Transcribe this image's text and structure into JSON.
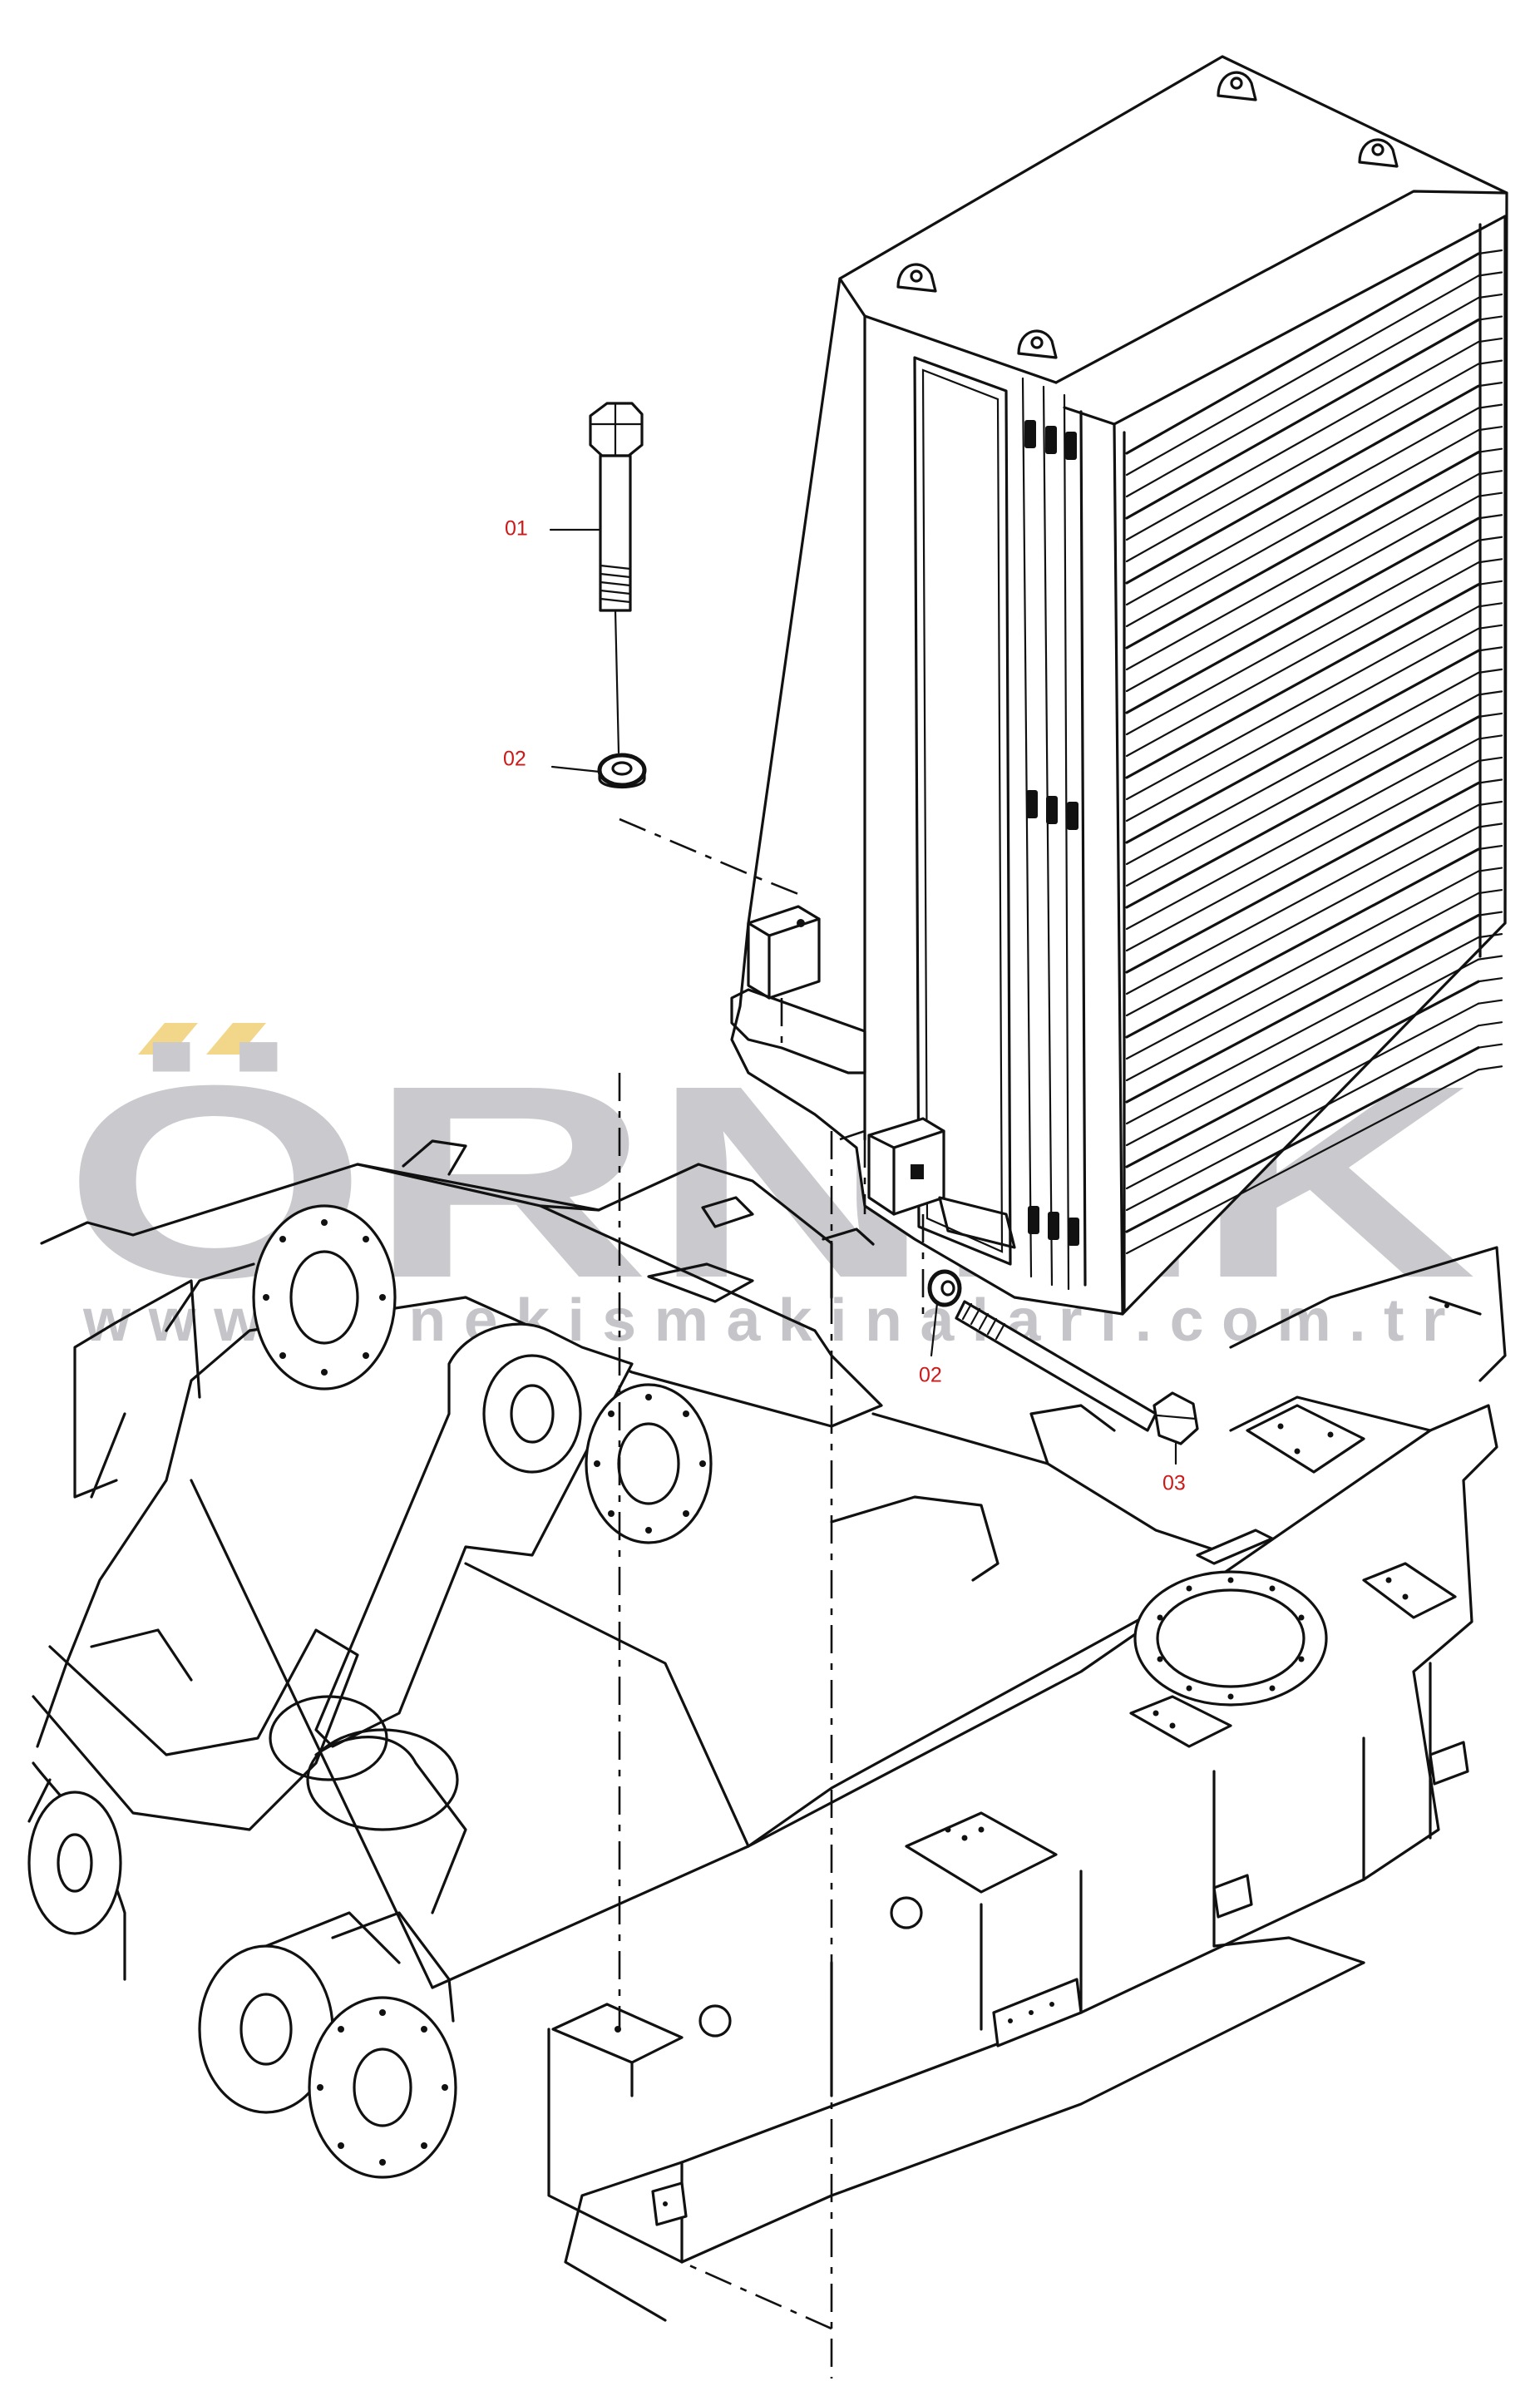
{
  "callouts": {
    "bolt_long": "01",
    "washer_top": "02",
    "washer_side": "02",
    "bolt_side": "03"
  },
  "watermark": {
    "brand": "ÖRNEK",
    "url": "www.ornekismakinalari.com.tr"
  },
  "colors": {
    "callout_text": "#cc1a1a",
    "watermark": "#c9c9ce",
    "watermark_accent": "#f2d68a",
    "line_art": "#111111"
  }
}
